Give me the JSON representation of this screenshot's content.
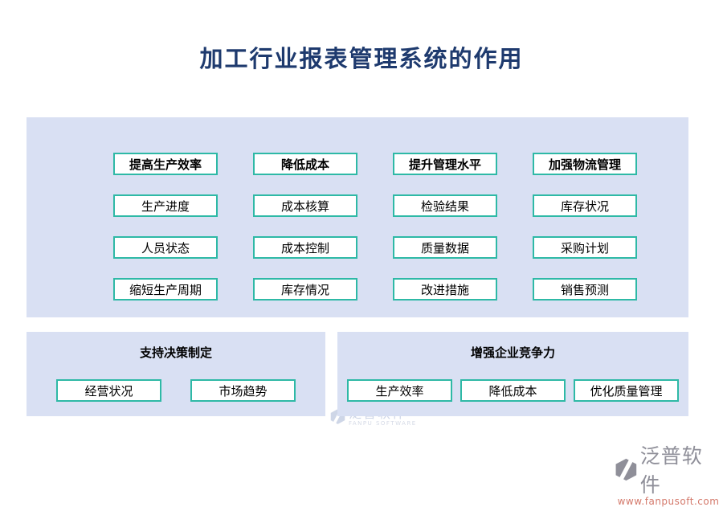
{
  "page": {
    "title": "加工行业报表管理系统的作用"
  },
  "main_panel": {
    "columns": [
      {
        "header": "提高生产效率",
        "items": [
          "生产进度",
          "人员状态",
          "缩短生产周期"
        ]
      },
      {
        "header": "降低成本",
        "items": [
          "成本核算",
          "成本控制",
          "库存情况"
        ]
      },
      {
        "header": "提升管理水平",
        "items": [
          "检验结果",
          "质量数据",
          "改进措施"
        ]
      },
      {
        "header": "加强物流管理",
        "items": [
          "库存状况",
          "采购计划",
          "销售预测"
        ]
      }
    ]
  },
  "bottom_panels": [
    {
      "header": "支持决策制定",
      "items": [
        "经营状况",
        "市场趋势"
      ]
    },
    {
      "header": "增强企业竞争力",
      "items": [
        "生产效率",
        "降低成本",
        "优化质量管理"
      ]
    }
  ],
  "watermark": {
    "name": "泛普软件",
    "subtitle": "FANPU SOFTWARE"
  },
  "footer_logo": {
    "name": "泛普软件",
    "url": "www.fanpusoft.com"
  },
  "colors": {
    "title": "#1e3a6e",
    "panel_bg": "#d9e0f3",
    "button_border": "#2eb9a6",
    "button_bg": "#ffffff",
    "logo_gray": "#8f8f99",
    "logo_red": "#c0504d",
    "url_red": "#d4796b"
  }
}
